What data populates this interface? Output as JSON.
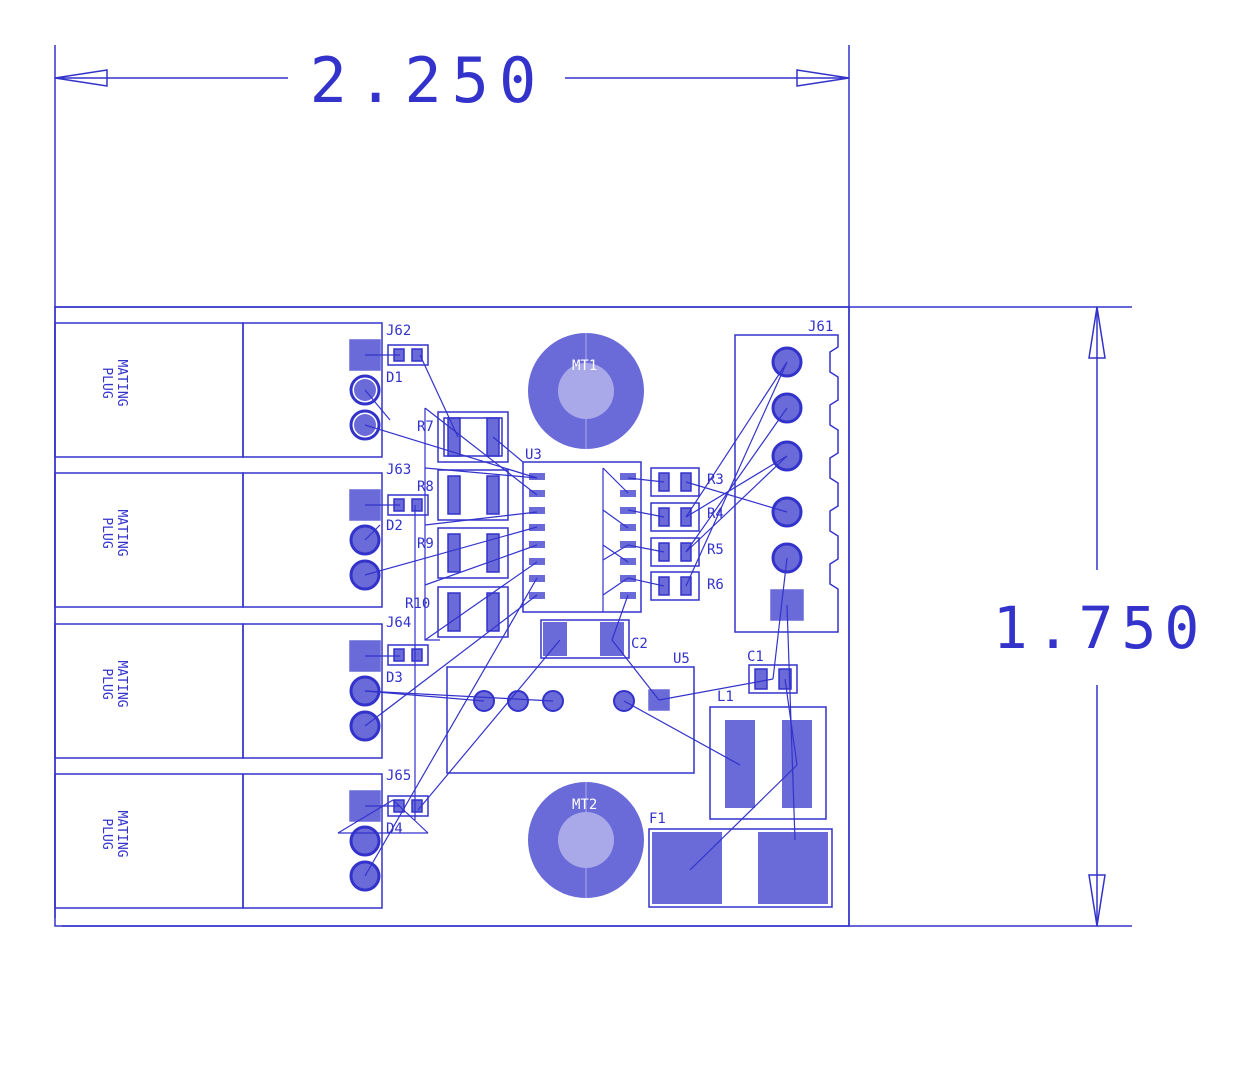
{
  "colors": {
    "outline": "#3333cc",
    "pad_fill": "#6a6ad8",
    "pad_core": "#a9a9ea",
    "background": "#ffffff"
  },
  "dimensions": {
    "width_value": "2.250",
    "height_value": "1.750"
  },
  "connectors": [
    {
      "ref": "J62",
      "plug_label_1": "MATING",
      "plug_label_2": "PLUG"
    },
    {
      "ref": "J63",
      "plug_label_1": "MATING",
      "plug_label_2": "PLUG"
    },
    {
      "ref": "J64",
      "plug_label_1": "MATING",
      "plug_label_2": "PLUG"
    },
    {
      "ref": "J65",
      "plug_label_1": "MATING",
      "plug_label_2": "PLUG"
    }
  ],
  "components": {
    "diodes": [
      "D1",
      "D2",
      "D3",
      "D4"
    ],
    "resistors_large": [
      "R7",
      "R8",
      "R9",
      "R10"
    ],
    "resistors_small": [
      "R3",
      "R4",
      "R5",
      "R6"
    ],
    "ic": "U3",
    "regulator": "U5",
    "connector_right": "J61",
    "mount_holes": [
      "MT1",
      "MT2"
    ],
    "capacitors": [
      "C1",
      "C2"
    ],
    "inductor": "L1",
    "fuse": "F1"
  }
}
